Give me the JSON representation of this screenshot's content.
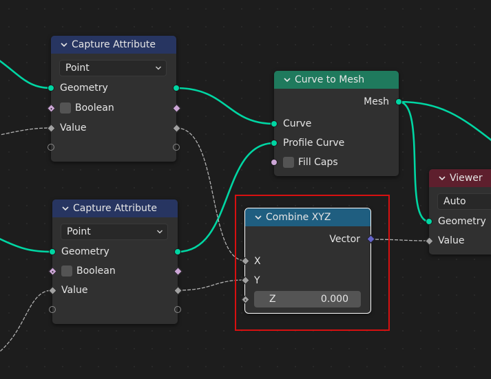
{
  "colors": {
    "geometry_socket": "#00d6a3",
    "float_socket": "#a1a1a1",
    "boolean_socket": "#cca6d6",
    "vector_socket": "#6363c7",
    "selection_box": "#d81010"
  },
  "nodes": {
    "capture1": {
      "title": "Capture Attribute",
      "domain": "Point",
      "geometry_label": "Geometry",
      "boolean_label": "Boolean",
      "value_label": "Value"
    },
    "capture2": {
      "title": "Capture Attribute",
      "domain": "Point",
      "geometry_label": "Geometry",
      "boolean_label": "Boolean",
      "value_label": "Value"
    },
    "curve_to_mesh": {
      "title": "Curve to Mesh",
      "mesh_label": "Mesh",
      "curve_label": "Curve",
      "profile_label": "Profile Curve",
      "fill_caps_label": "Fill Caps"
    },
    "combine_xyz": {
      "title": "Combine XYZ",
      "vector_label": "Vector",
      "x_label": "X",
      "y_label": "Y",
      "z_label": "Z",
      "z_value": "0.000"
    },
    "viewer": {
      "title": "Viewer",
      "domain": "Auto",
      "geometry_label": "Geometry",
      "value_label": "Value"
    }
  }
}
